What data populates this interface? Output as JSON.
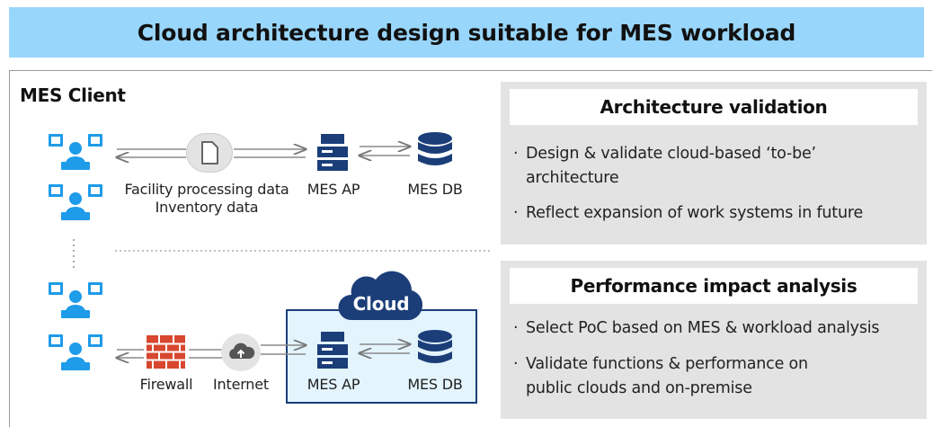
{
  "title": "Cloud architecture design suitable for MES workload",
  "client": {
    "label": "MES Client"
  },
  "top_flow": {
    "data_labels": [
      "Facility processing data",
      "Inventory data"
    ],
    "ap_label": "MES AP",
    "db_label": "MES DB"
  },
  "bottom_flow": {
    "firewall_label": "Firewall",
    "internet_label": "Internet",
    "cloud_label": "Cloud",
    "ap_label": "MES AP",
    "db_label": "MES DB"
  },
  "panels": [
    {
      "title": "Architecture validation",
      "bullets": [
        [
          "Design & validate cloud-based ‘to-be’",
          "architecture"
        ],
        [
          "Reflect expansion of work systems in future"
        ]
      ]
    },
    {
      "title": "Performance impact analysis",
      "bullets": [
        [
          "Select PoC based on MES & workload analysis"
        ],
        [
          "Validate functions & performance on",
          "public clouds and on-premise"
        ]
      ]
    }
  ],
  "colors": {
    "banner": "#99d6fb",
    "accent": "#1e9be9",
    "navy": "#1b3e79",
    "firewall": "#d8472f",
    "panel": "#e3e3e3"
  }
}
